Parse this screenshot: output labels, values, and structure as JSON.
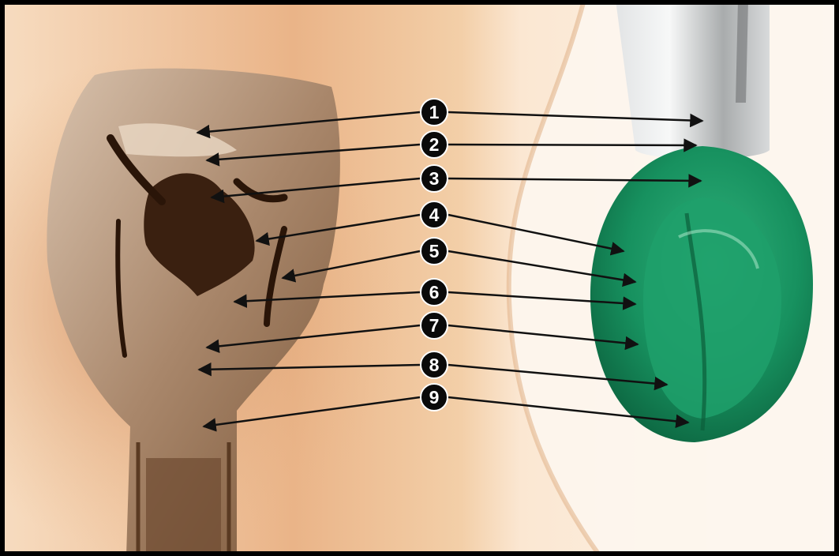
{
  "figure": {
    "labels": [
      "1",
      "2",
      "3",
      "4",
      "5",
      "6",
      "7",
      "8",
      "9"
    ],
    "colors": {
      "frame": "#000000",
      "skin_light": "#fbe9d3",
      "skin_mid": "#f0c9a0",
      "skin_dark": "#c98a55",
      "tissue": "#b9957a",
      "tissue_dark": "#3a2010",
      "mask_green": "#17915f",
      "mask_green_dark": "#0b5e3b",
      "tube_gray": "#b4b7b8",
      "arrow": "#111111",
      "marker_fill": "#0a0a0a",
      "marker_text": "#ffffff"
    }
  }
}
